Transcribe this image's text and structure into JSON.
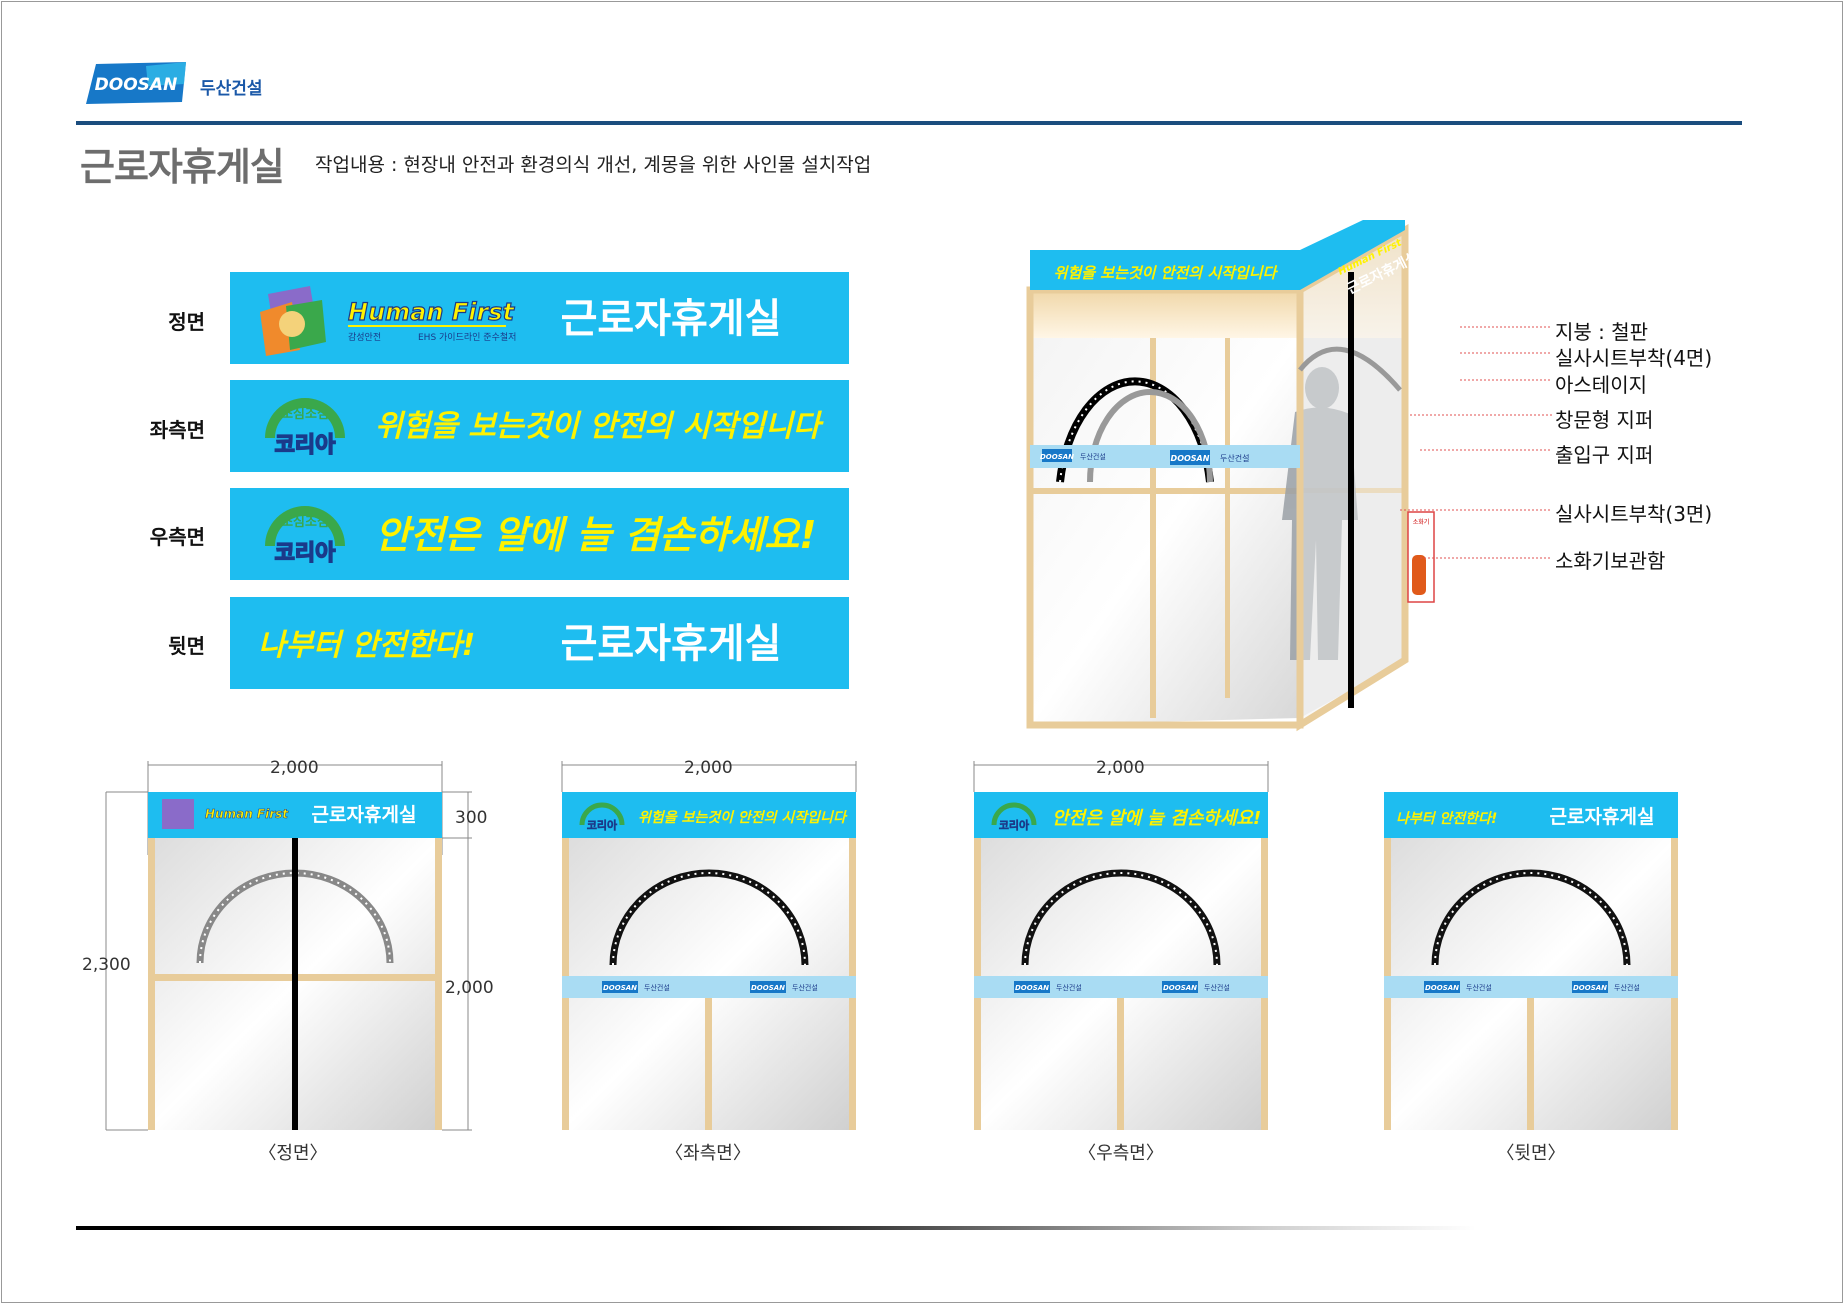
{
  "header": {
    "logo_text": "DOOSAN",
    "company_name": "두산건설",
    "title": "근로자휴게실",
    "subtitle": "작업내용 : 현장내 안전과 환경의식 개선, 계몽을 위한 사인물 설치작업"
  },
  "banners": [
    {
      "label": "정면",
      "slogan": "Human First",
      "slogan_sub": "감성안전",
      "slogan_sub2": "EHS 가이드라인 준수철저",
      "title": "근로자휴게실"
    },
    {
      "label": "좌측면",
      "badge_top": "조심조심",
      "badge_bottom": "코리아",
      "slogan": "위험을 보는것이 안전의 시작입니다"
    },
    {
      "label": "우측면",
      "badge_top": "조심조심",
      "badge_bottom": "코리아",
      "slogan": "안전은 알에 늘 겸손하세요!"
    },
    {
      "label": "뒷면",
      "slogan": "나부터 안전한다!",
      "title": "근로자휴게실"
    }
  ],
  "callouts": [
    "지붕 : 철판",
    "실사시트부착(4면)",
    "아스테이지",
    "창문형 지퍼",
    "출입구 지퍼",
    "실사시트부착(3면)",
    "소화기보관함"
  ],
  "perspective": {
    "band_logo": "DOOSAN",
    "band_text": "두산건설",
    "roof_front_text": "위험을 보는것이 안전의 시작입니다",
    "roof_side_text": "근로자휴게실",
    "roof_side_small": "Human First",
    "fire_box_label": "소화기"
  },
  "elevations": [
    {
      "caption": "〈정면〉",
      "width_dim": "2,000",
      "height_dim": "2,300",
      "header_dim": "300",
      "body_dim": "2,000",
      "header_slogan": "Human First",
      "header_title": "근로자휴게실"
    },
    {
      "caption": "〈좌측면〉",
      "width_dim": "2,000",
      "header_badge": "코리아",
      "header_slogan": "위험을 보는것이 안전의 시작입니다",
      "band_logo": "DOOSAN",
      "band_text": "두산건설"
    },
    {
      "caption": "〈우측면〉",
      "width_dim": "2,000",
      "header_badge": "코리아",
      "header_slogan": "안전은 알에 늘 겸손하세요!",
      "band_logo": "DOOSAN",
      "band_text": "두산건설"
    },
    {
      "caption": "〈뒷면〉",
      "header_slogan": "나부터 안전한다!",
      "header_title": "근로자휴게실",
      "band_logo": "DOOSAN",
      "band_text": "두산건설"
    }
  ],
  "colors": {
    "banner_blue": "#1ebdf0",
    "slogan_yellow": "#fff200",
    "frame_wood": "#e8cc9a",
    "rule_navy": "#1b4d7e",
    "band_light_blue": "#a9dcf3"
  }
}
